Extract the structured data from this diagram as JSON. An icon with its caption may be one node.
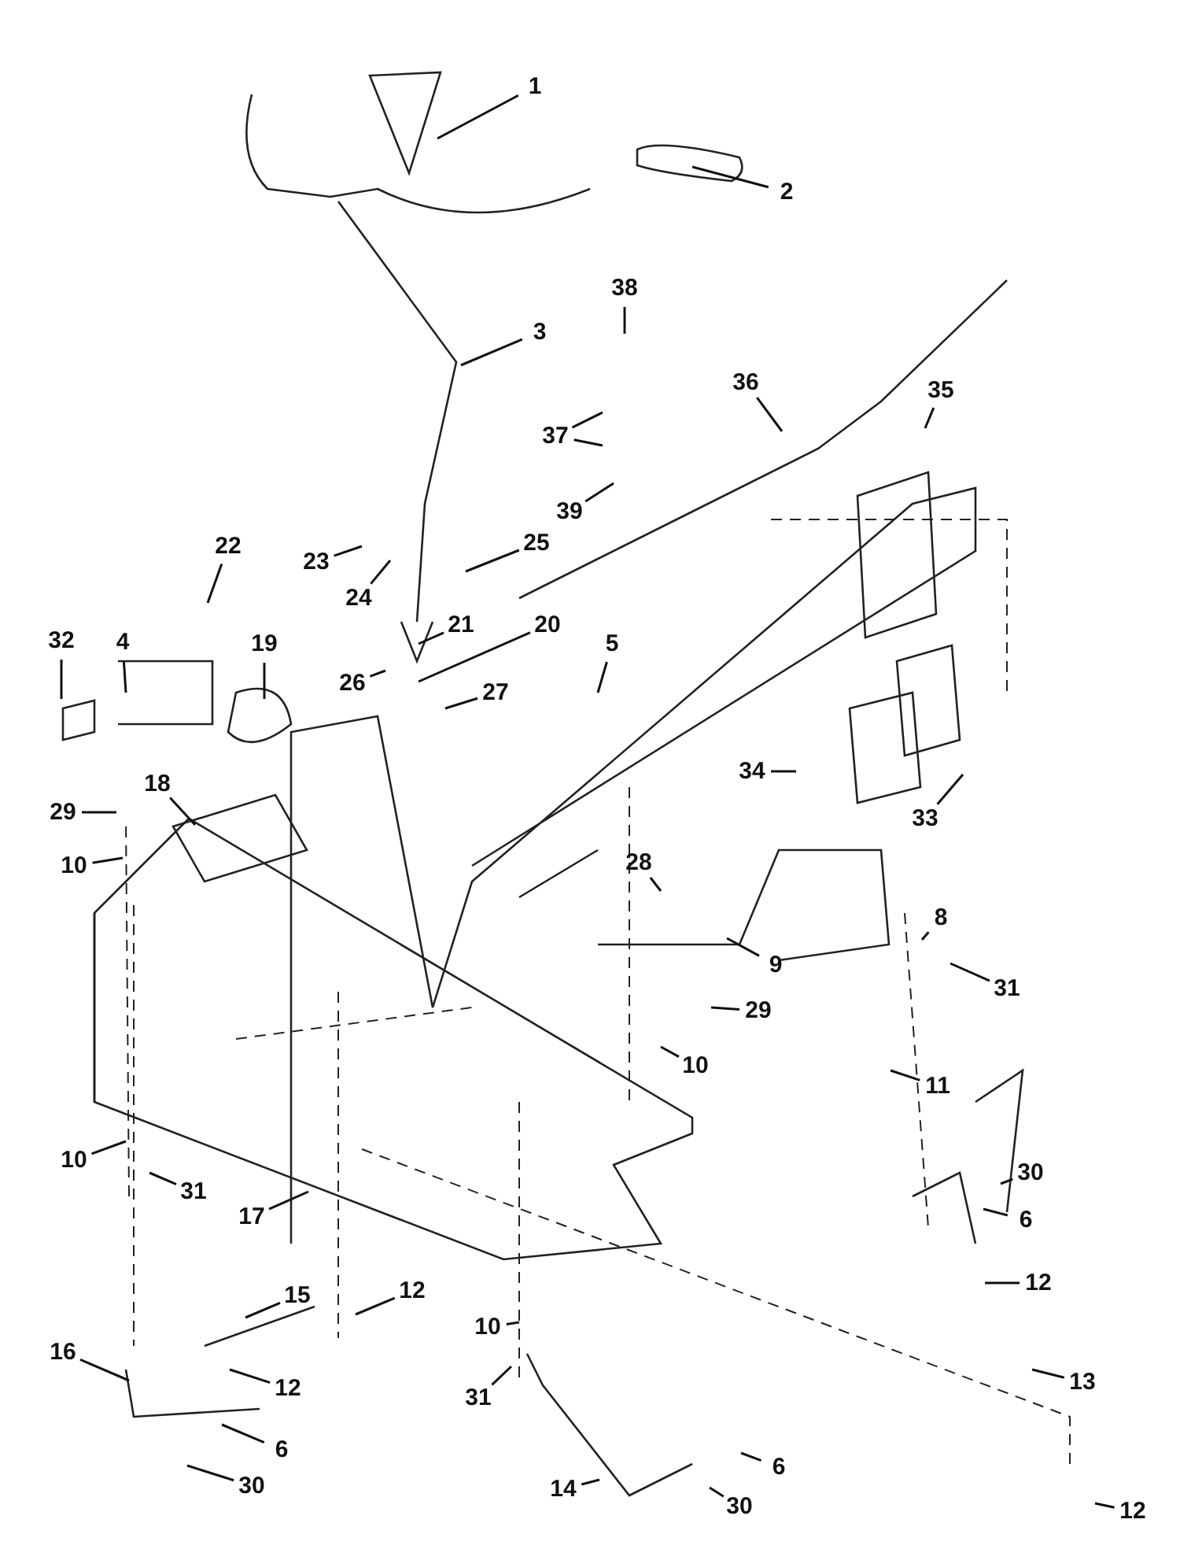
{
  "diagram": {
    "nodes": [
      {
        "text": [
          "1"
        ]
      },
      {
        "text": [
          "2"
        ]
      },
      {
        "text": [
          "3"
        ]
      },
      {
        "text": [
          "38"
        ]
      },
      {
        "text": [
          "37"
        ]
      },
      {
        "text": [
          "39"
        ]
      },
      {
        "text": [
          "36"
        ]
      },
      {
        "text": [
          "35"
        ]
      },
      {
        "text": [
          "23"
        ]
      },
      {
        "text": [
          "24"
        ]
      },
      {
        "text": [
          "25"
        ]
      },
      {
        "text": [
          "22"
        ]
      },
      {
        "text": [
          "32"
        ]
      },
      {
        "text": [
          "4"
        ]
      },
      {
        "text": [
          "19"
        ]
      },
      {
        "text": [
          "21"
        ]
      },
      {
        "text": [
          "20"
        ]
      },
      {
        "text": [
          "26"
        ]
      },
      {
        "text": [
          "27"
        ]
      },
      {
        "text": [
          "5"
        ]
      },
      {
        "text": [
          "34"
        ]
      },
      {
        "text": [
          "33"
        ]
      },
      {
        "text": [
          "18"
        ]
      },
      {
        "text": [
          "29"
        ]
      },
      {
        "text": [
          "10"
        ]
      },
      {
        "text": [
          "28"
        ]
      },
      {
        "text": [
          "9"
        ]
      },
      {
        "text": [
          "8"
        ]
      },
      {
        "text": [
          "31"
        ]
      },
      {
        "text": [
          "29"
        ]
      },
      {
        "text": [
          "10"
        ]
      },
      {
        "text": [
          "11"
        ]
      },
      {
        "text": [
          "30"
        ]
      },
      {
        "text": [
          "6"
        ]
      },
      {
        "text": [
          "10"
        ]
      },
      {
        "text": [
          "31"
        ]
      },
      {
        "text": [
          "17"
        ]
      },
      {
        "text": [
          "12"
        ]
      },
      {
        "text": [
          "15"
        ]
      },
      {
        "text": [
          "12"
        ]
      },
      {
        "text": [
          "16"
        ]
      },
      {
        "text": [
          "10"
        ]
      },
      {
        "text": [
          "13"
        ]
      },
      {
        "text": [
          "12"
        ]
      },
      {
        "text": [
          "31"
        ]
      },
      {
        "text": [
          "6"
        ]
      },
      {
        "text": [
          "6"
        ]
      },
      {
        "text": [
          "30"
        ]
      },
      {
        "text": [
          "14"
        ]
      },
      {
        "text": [
          "30"
        ]
      },
      {
        "text": [
          "12"
        ]
      }
    ],
    "edges": [
      {
        "from": 0,
        "to": null,
        "arrow": "none"
      },
      {
        "from": 1,
        "to": null,
        "arrow": "none"
      },
      {
        "from": 2,
        "to": null,
        "arrow": "none"
      },
      {
        "from": 3,
        "to": null,
        "arrow": "none"
      },
      {
        "from": 4,
        "to": null,
        "arrow": "none"
      },
      {
        "from": 4,
        "to": null,
        "arrow": "none"
      },
      {
        "from": 5,
        "to": null,
        "arrow": "none"
      },
      {
        "from": 6,
        "to": null,
        "arrow": "none"
      },
      {
        "from": 7,
        "to": null,
        "arrow": "none"
      },
      {
        "from": 8,
        "to": null,
        "arrow": "none"
      },
      {
        "from": 9,
        "to": null,
        "arrow": "none"
      },
      {
        "from": 10,
        "to": null,
        "arrow": "none"
      },
      {
        "from": 11,
        "to": null,
        "arrow": "none"
      },
      {
        "from": 12,
        "to": null,
        "arrow": "none"
      },
      {
        "from": 13,
        "to": null,
        "arrow": "none"
      },
      {
        "from": 14,
        "to": null,
        "arrow": "none"
      },
      {
        "from": 15,
        "to": null,
        "arrow": "none"
      },
      {
        "from": 16,
        "to": null,
        "arrow": "none"
      },
      {
        "from": 17,
        "to": null,
        "arrow": "none"
      },
      {
        "from": 18,
        "to": null,
        "arrow": "none"
      },
      {
        "from": 19,
        "to": null,
        "arrow": "none"
      },
      {
        "from": 20,
        "to": null,
        "arrow": "none"
      },
      {
        "from": 21,
        "to": null,
        "arrow": "none"
      },
      {
        "from": 22,
        "to": null,
        "arrow": "none"
      },
      {
        "from": 23,
        "to": null,
        "arrow": "none"
      },
      {
        "from": 24,
        "to": null,
        "arrow": "none"
      },
      {
        "from": 25,
        "to": null,
        "arrow": "none"
      },
      {
        "from": 26,
        "to": null,
        "arrow": "none"
      },
      {
        "from": 27,
        "to": null,
        "arrow": "none"
      },
      {
        "from": 28,
        "to": null,
        "arrow": "none"
      },
      {
        "from": 29,
        "to": null,
        "arrow": "none"
      },
      {
        "from": 30,
        "to": null,
        "arrow": "none"
      },
      {
        "from": 31,
        "to": null,
        "arrow": "none"
      },
      {
        "from": 32,
        "to": null,
        "arrow": "none"
      },
      {
        "from": 33,
        "to": null,
        "arrow": "none"
      },
      {
        "from": 34,
        "to": null,
        "arrow": "none"
      },
      {
        "from": 35,
        "to": null,
        "arrow": "none"
      },
      {
        "from": 36,
        "to": null,
        "arrow": "none"
      },
      {
        "from": 37,
        "to": null,
        "arrow": "none"
      },
      {
        "from": 38,
        "to": null,
        "arrow": "none"
      },
      {
        "from": 39,
        "to": null,
        "arrow": "none"
      },
      {
        "from": 40,
        "to": null,
        "arrow": "none"
      },
      {
        "from": 41,
        "to": null,
        "arrow": "none"
      },
      {
        "from": 42,
        "to": null,
        "arrow": "none"
      },
      {
        "from": 43,
        "to": null,
        "arrow": "none"
      },
      {
        "from": 44,
        "to": null,
        "arrow": "none"
      },
      {
        "from": 45,
        "to": null,
        "arrow": "none"
      },
      {
        "from": 46,
        "to": null,
        "arrow": "none"
      },
      {
        "from": 47,
        "to": null,
        "arrow": "none"
      },
      {
        "from": 48,
        "to": null,
        "arrow": "none"
      },
      {
        "from": 49,
        "to": null,
        "arrow": "none"
      },
      {
        "from": 50,
        "to": null,
        "arrow": "none"
      }
    ]
  }
}
